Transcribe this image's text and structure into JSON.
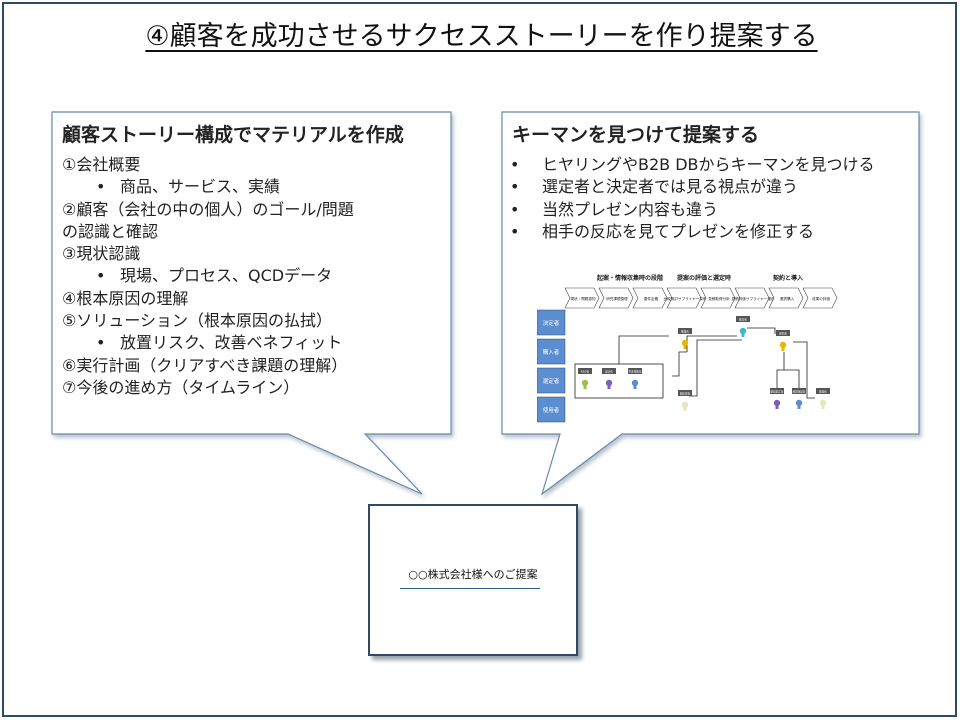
{
  "title": "④顧客を成功させるサクセスストーリーを作り提案する",
  "left_bubble": {
    "heading": "顧客ストーリー構成でマテリアルを作成",
    "lines": [
      {
        "type": "main",
        "text": "①会社概要"
      },
      {
        "type": "sub",
        "text": "商品、サービス、実績"
      },
      {
        "type": "main",
        "text": "②顧客（会社の中の個人）のゴール/問題"
      },
      {
        "type": "main",
        "text": "の認識と確認"
      },
      {
        "type": "main",
        "text": "③現状認識"
      },
      {
        "type": "sub",
        "text": "現場、プロセス、QCDデータ"
      },
      {
        "type": "main",
        "text": "④根本原因の理解"
      },
      {
        "type": "main",
        "text": "⑤ソリューション（根本原因の払拭）"
      },
      {
        "type": "sub",
        "text": "放置リスク、改善ベネフィット"
      },
      {
        "type": "main",
        "text": "⑥実行計画（クリアすべき課題の理解）"
      },
      {
        "type": "main",
        "text": "⑦今後の進め方（タイムライン）"
      }
    ]
  },
  "right_bubble": {
    "heading": "キーマンを見つけて提案する",
    "bullets": [
      "ヒヤリングやB2B DBからキーマンを見つける",
      "選定者と決定者では見る視点が違う",
      "当然プレゼン内容も違う",
      "相手の反応を見てプレゼンを修正する"
    ]
  },
  "mini_diagram": {
    "phases": [
      "起案・情報収集時の段階",
      "提案の評価と選定時",
      "契約と導入"
    ],
    "steps": [
      "現状・問題認知",
      "研究課題整理",
      "要件定義",
      "比較検討サプライヤー探索",
      "見積取得分析",
      "見積評価サプライヤー選定",
      "選択購入",
      "成果の評価"
    ],
    "roles": [
      "決定者",
      "購入者",
      "選定者",
      "使用者"
    ],
    "people": [
      "R&D長",
      "設計長",
      "生産技術長",
      "購買長",
      "経営者",
      "研究者",
      "製造部長",
      "製造加工長",
      "品質保証長",
      "製造長",
      "使用者"
    ]
  },
  "document": {
    "title": "○○株式会社様へのご提案"
  },
  "colors": {
    "border": "#2e4a66",
    "bubble_border": "#6a8ab0",
    "role_box": "#5b8dd0",
    "accent_yellow": "#e8b800",
    "accent_teal": "#3fb7c7",
    "accent_purple": "#7a5fb8",
    "accent_green": "#9ac24a"
  }
}
